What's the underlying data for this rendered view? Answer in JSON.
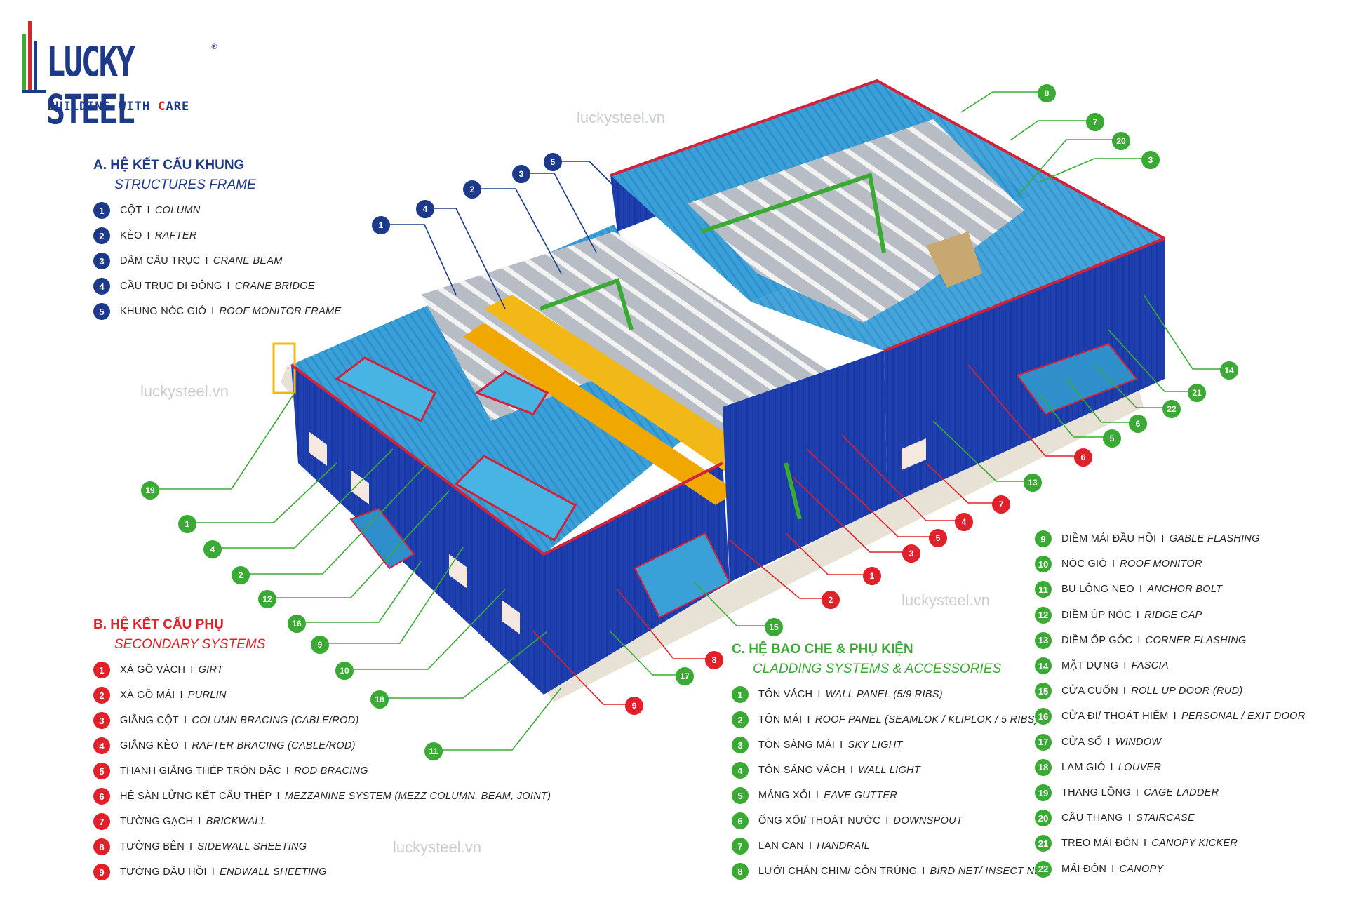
{
  "brand": {
    "name": "LUCKY STEEL",
    "registered": "®",
    "tagline_pre": "BUILDING WITH ",
    "tagline_heart": "C",
    "tagline_post": "ARE",
    "colors": {
      "blue": "#1d3a8a",
      "red": "#e0202a",
      "green": "#3aaa35"
    }
  },
  "watermarks": [
    "luckysteel.vn",
    "luckysteel.vn",
    "luckysteel.vn",
    "luckysteel.vn"
  ],
  "sections": {
    "a": {
      "title": "A. HỆ KẾT CẤU KHUNG",
      "subtitle": "STRUCTURES FRAME",
      "color": "#1d3a8a",
      "items": [
        {
          "n": "1",
          "vi": "Cột",
          "en": "Column"
        },
        {
          "n": "2",
          "vi": "Kèo",
          "en": "Rafter"
        },
        {
          "n": "3",
          "vi": "Dầm cầu trục",
          "en": "Crane beam"
        },
        {
          "n": "4",
          "vi": "Cầu trục di động",
          "en": "Crane bridge"
        },
        {
          "n": "5",
          "vi": "Khung nóc gió",
          "en": "Roof monitor frame"
        }
      ]
    },
    "b": {
      "title": "B. HỆ KẾT CẤU PHỤ",
      "subtitle": "SECONDARY SYSTEMS",
      "color": "#e0202a",
      "items": [
        {
          "n": "1",
          "vi": "Xà gồ vách",
          "en": "Girt"
        },
        {
          "n": "2",
          "vi": "Xà gồ mái",
          "en": "Purlin"
        },
        {
          "n": "3",
          "vi": "Giằng cột",
          "en": "Column bracing (cable/rod)"
        },
        {
          "n": "4",
          "vi": "Giằng kèo",
          "en": "Rafter bracing (cable/rod)"
        },
        {
          "n": "5",
          "vi": "Thanh giằng thép tròn đặc",
          "en": "Rod bracing"
        },
        {
          "n": "6",
          "vi": "Hệ sàn lửng kết cấu thép",
          "en": "Mezzanine system (mezz column, beam, joint)"
        },
        {
          "n": "7",
          "vi": "Tường gạch",
          "en": "Brickwall"
        },
        {
          "n": "8",
          "vi": "Tường bên",
          "en": "Sidewall sheeting"
        },
        {
          "n": "9",
          "vi": "Tường đầu hồi",
          "en": "Endwall sheeting"
        }
      ]
    },
    "c": {
      "title": "C. HỆ BAO CHE & PHỤ KIỆN",
      "subtitle": "CLADDING SYSTEMS & ACCESSORIES",
      "color": "#3aaa35",
      "items": [
        {
          "n": "1",
          "vi": "Tôn vách",
          "en": "Wall panel (5/9 ribs)"
        },
        {
          "n": "2",
          "vi": "Tôn mái",
          "en": "Roof panel (seamlok / kliplok / 5 ribs)"
        },
        {
          "n": "3",
          "vi": "Tôn sáng mái",
          "en": "Sky light"
        },
        {
          "n": "4",
          "vi": "Tôn sáng vách",
          "en": "Wall light"
        },
        {
          "n": "5",
          "vi": "Máng xối",
          "en": "Eave gutter"
        },
        {
          "n": "6",
          "vi": "Ống xối/ thoát nước",
          "en": "Downspout"
        },
        {
          "n": "7",
          "vi": "Lan can",
          "en": "Handrail"
        },
        {
          "n": "8",
          "vi": "Lưới chắn chim/ côn trùng",
          "en": "Bird net/ insect net"
        },
        {
          "n": "9",
          "vi": "Diềm mái đầu hồi",
          "en": "Gable flashing"
        },
        {
          "n": "10",
          "vi": "Nóc gió",
          "en": "Roof monitor"
        },
        {
          "n": "11",
          "vi": "Bu lông neo",
          "en": "Anchor bolt"
        },
        {
          "n": "12",
          "vi": "Diềm úp nóc",
          "en": "Ridge cap"
        },
        {
          "n": "13",
          "vi": "Diềm ốp góc",
          "en": "Corner flashing"
        },
        {
          "n": "14",
          "vi": "Mặt dựng",
          "en": "Fascia"
        },
        {
          "n": "15",
          "vi": "Cửa cuốn",
          "en": "Roll up door (RUD)"
        },
        {
          "n": "16",
          "vi": "Cửa đi/ thoát hiểm",
          "en": "Personal / exit door"
        },
        {
          "n": "17",
          "vi": "Cửa sổ",
          "en": "Window"
        },
        {
          "n": "18",
          "vi": "Lam gió",
          "en": "Louver"
        },
        {
          "n": "19",
          "vi": "Thang lồng",
          "en": "Cage ladder"
        },
        {
          "n": "20",
          "vi": "Cầu thang",
          "en": "Staircase"
        },
        {
          "n": "21",
          "vi": "Treo mái đón",
          "en": "Canopy kicker"
        },
        {
          "n": "22",
          "vi": "Mái đón",
          "en": "Canopy"
        }
      ]
    }
  },
  "separator": "I",
  "callouts": {
    "blue": [
      "1",
      "4",
      "2",
      "3",
      "5"
    ],
    "green": [
      "8",
      "7",
      "20",
      "3",
      "14",
      "21",
      "22",
      "6",
      "5",
      "13",
      "19",
      "1",
      "4",
      "2",
      "12",
      "16",
      "9",
      "10",
      "18",
      "11",
      "15",
      "17"
    ],
    "red": [
      "6",
      "7",
      "4",
      "5",
      "3",
      "1",
      "2",
      "8",
      "9"
    ]
  }
}
